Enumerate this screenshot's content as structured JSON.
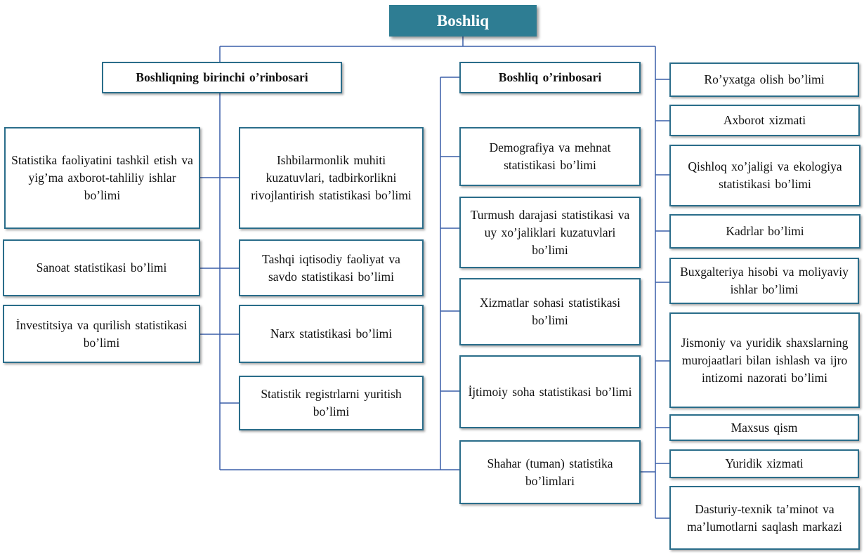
{
  "head": {
    "label": "Boshliq"
  },
  "first_deputy": {
    "label": "Boshliqning  birinchi  o’rinbosari",
    "left_departments": [
      "Statistika faoliyatini tashkil etish va yig’ma axborot-tahliliy ishlar bo’limi",
      "Sanoat statistikasi bo’limi",
      "İnvestitsiya  va qurilish statistikasi bo’limi"
    ],
    "right_departments": [
      "Ishbilarmonlik muhiti kuzatuvlari, tadbirkorlikni rivojlantirish statistikasi bo’limi",
      "Tashqi iqtisodiy faoliyat va savdo statistikasi bo’limi",
      "Narx statistikasi bo’limi",
      "Statistik registrlarni yuritish bo’limi"
    ]
  },
  "deputy": {
    "label": "Boshliq  o’rinbosari",
    "departments": [
      "Demografiya va mehnat statistikasi bo’limi",
      "Turmush darajasi statistikasi va uy xo’jaliklari kuzatuvlari bo’limi",
      "Xizmatlar sohasi statistikasi bo’limi",
      "İjtimoiy soha statistikasi bo’limi",
      "Shahar (tuman) statistika bo’limlari"
    ]
  },
  "direct_units": [
    "Ro’yxatga  olish bo’limi",
    "Axborot xizmati",
    "Qishloq xo’jaligi va ekologiya statistikasi bo’limi",
    "Kadrlar bo’limi",
    "Buxgalteriya hisobi va moliyaviy  ishlar bo’limi",
    "Jismoniy va yuridik shaxslarning murojaatlari bilan ishlash va ijro intizomi nazorati bo’limi",
    "Maxsus qism",
    "Yuridik xizmati",
    "Dasturiy-texnik ta’minot va ma’lumotlarni saqlash markazi"
  ],
  "colors": {
    "head_fill": "#2e7d93",
    "box_border": "#2a6d8a",
    "connector": "#3a5fa8"
  }
}
